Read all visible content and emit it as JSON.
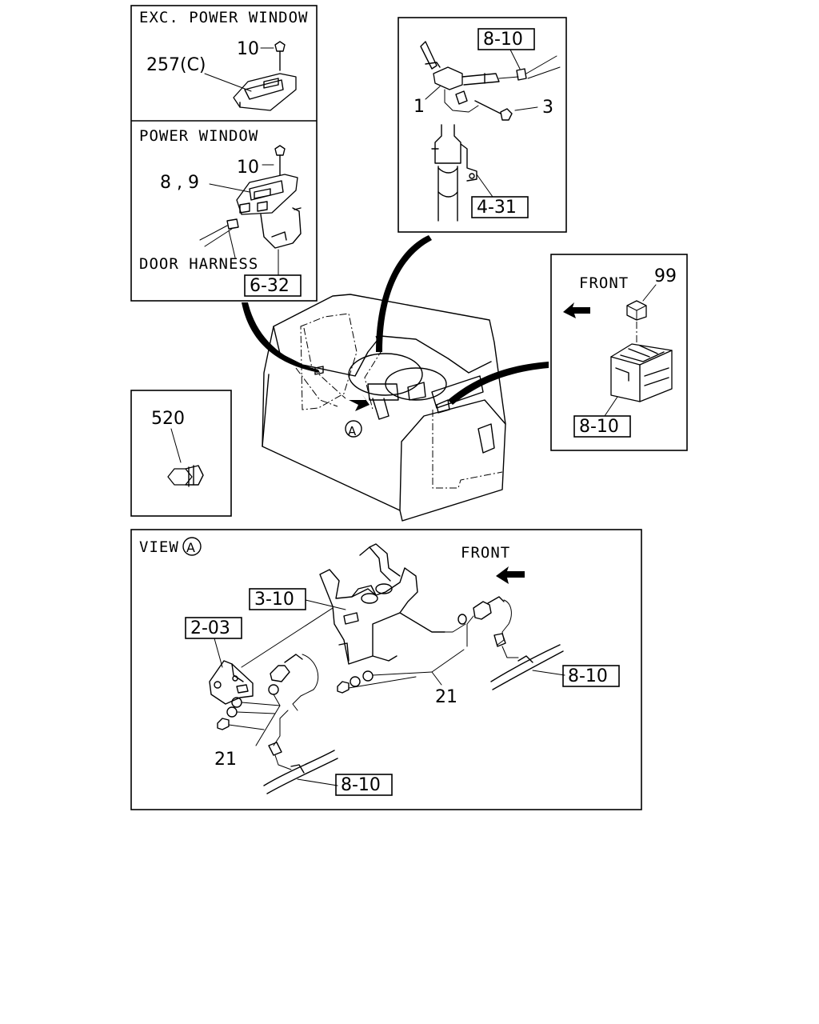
{
  "panels": {
    "exc_power_window": {
      "title": "EXC. POWER WINDOW",
      "callouts": {
        "screw": "10",
        "switch_panel": "257(C)"
      }
    },
    "power_window": {
      "title": "POWER WINDOW",
      "callouts": {
        "screw": "10",
        "switch": "8 , 9",
        "harness_label": "DOOR HARNESS"
      },
      "ref_box": "6-32"
    },
    "steering_column": {
      "callouts": {
        "combination_switch": "1",
        "screw": "3"
      },
      "ref_boxes": {
        "harness": "8-10",
        "column": "4-31"
      }
    },
    "relay_box": {
      "front_label": "FRONT",
      "callouts": {
        "relay": "99"
      },
      "ref_box": "8-10"
    },
    "plug": {
      "callouts": {
        "plug": "520"
      }
    },
    "view_a": {
      "title": "VIEW",
      "marker": "A",
      "front_label": "FRONT",
      "callouts": {
        "nut_right": "21",
        "nut_left": "21"
      },
      "ref_boxes": {
        "bracket": "3-10",
        "pedal_bracket": "2-03",
        "harness_right": "8-10",
        "harness_left": "8-10"
      }
    },
    "dashboard": {
      "marker": "A"
    }
  }
}
